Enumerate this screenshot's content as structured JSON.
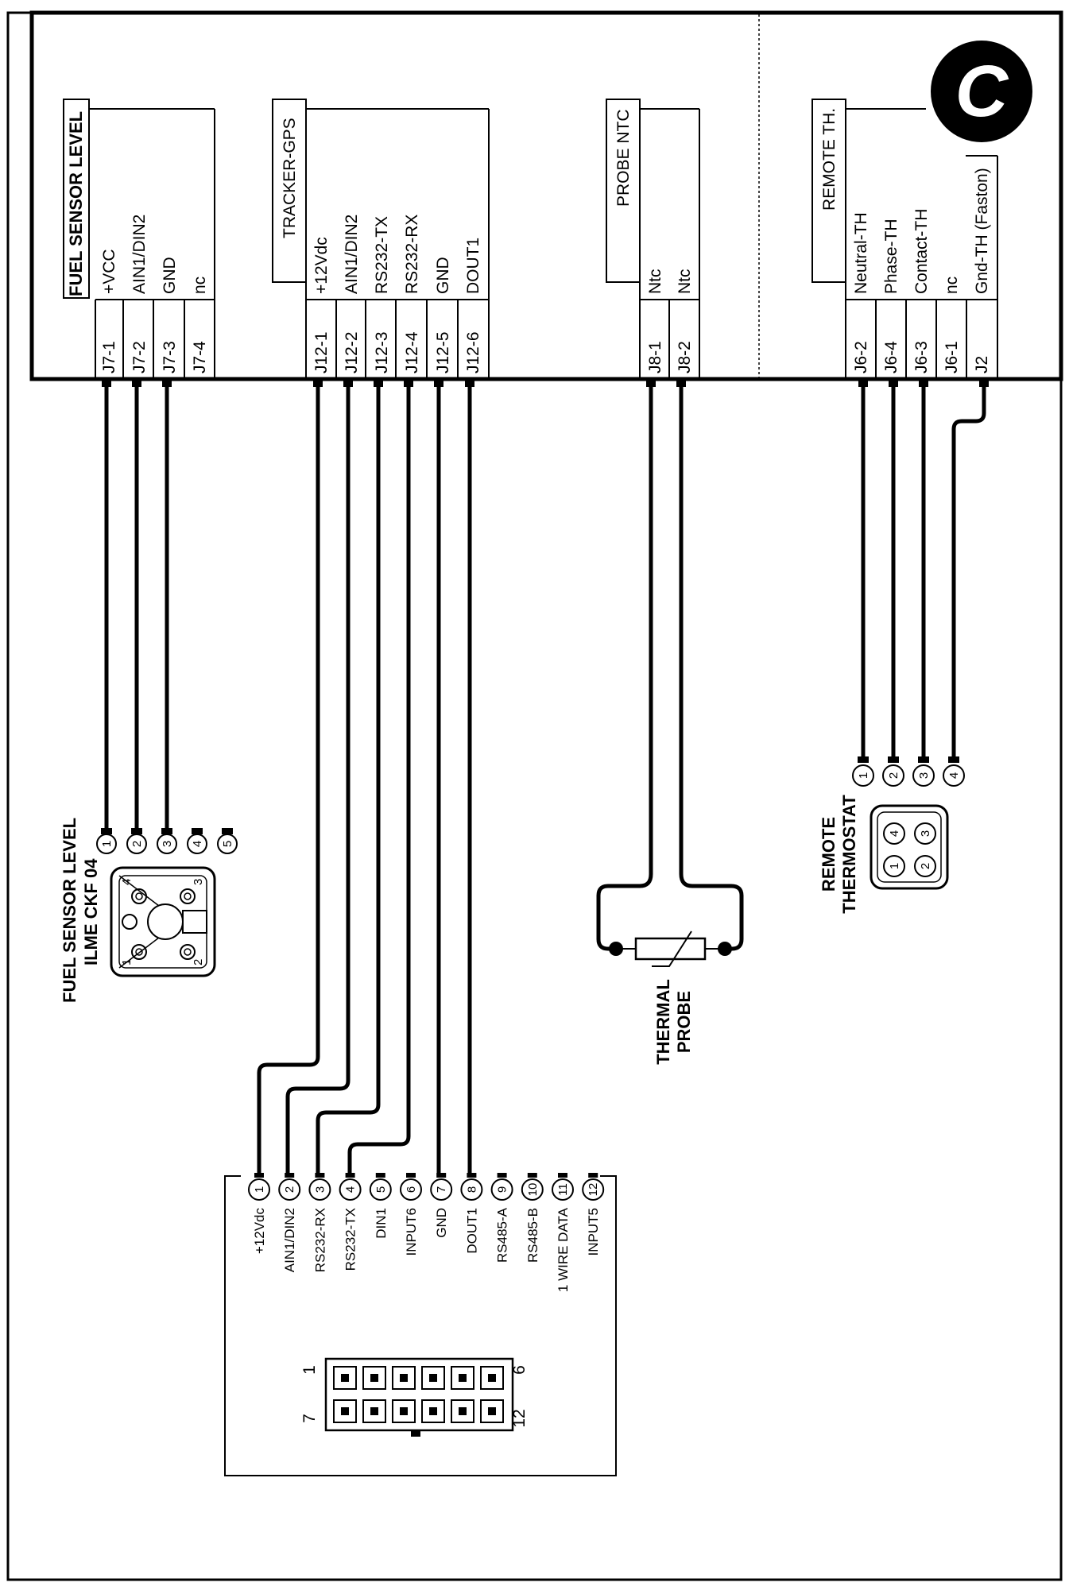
{
  "badge": "C",
  "groups": [
    {
      "id": "fuel",
      "title": "FUEL SENSOR LEVEL",
      "labels": [
        "+VCC",
        "AIN1/DIN2",
        "GND",
        "nc"
      ],
      "pins": [
        "J7-1",
        "J7-2",
        "J7-3",
        "J7-4"
      ]
    },
    {
      "id": "tracker",
      "title": "TRACKER-GPS",
      "labels": [
        "+12Vdc",
        "AIN1/DIN2",
        "RS232-TX",
        "RS232-RX",
        "GND",
        "DOUT1"
      ],
      "pins": [
        "J12-1",
        "J12-2",
        "J12-3",
        "J12-4",
        "J12-5",
        "J12-6"
      ]
    },
    {
      "id": "probe",
      "title": "PROBE NTC",
      "labels": [
        "Ntc",
        "Ntc"
      ],
      "pins": [
        "J8-1",
        "J8-2"
      ]
    },
    {
      "id": "remote",
      "title": "REMOTE TH.",
      "labels": [
        "Neutral-TH",
        "Phase-TH",
        "Contact-TH",
        "nc",
        "Gnd-TH (Faston)"
      ],
      "pins": [
        "J6-2",
        "J6-4",
        "J6-3",
        "J6-1",
        "J2"
      ]
    }
  ],
  "fuel_connector": {
    "label_line1": "FUEL SENSOR LEVEL",
    "label_line2": "ILME CKF 04",
    "pins": [
      "1",
      "2",
      "3",
      "4",
      "5"
    ],
    "face_numbers": [
      "4",
      "3",
      "1",
      "2"
    ]
  },
  "thermal_probe": {
    "label_line1": "THERMAL",
    "label_line2": "PROBE"
  },
  "remote_thermostat": {
    "label_line1": "REMOTE",
    "label_line2": "THERMOSTAT",
    "pins": [
      "1",
      "2",
      "3",
      "4"
    ],
    "face_numbers": [
      "4",
      "3",
      "1",
      "2"
    ]
  },
  "tracker_connector": {
    "pins": [
      "1",
      "2",
      "3",
      "4",
      "5",
      "6",
      "7",
      "8",
      "9",
      "10",
      "11",
      "12"
    ],
    "labels": [
      "+12Vdc",
      "AIN1/DIN2",
      "RS232-RX",
      "RS232-TX",
      "DIN1",
      "INPUT6",
      "GND",
      "DOUT1",
      "RS485-A",
      "RS485-B",
      "1 WIRE DATA",
      "INPUT5"
    ],
    "plug_numbers": {
      "top_left": "1",
      "top_right": "6",
      "bottom_left": "7",
      "bottom_right": "12"
    }
  }
}
